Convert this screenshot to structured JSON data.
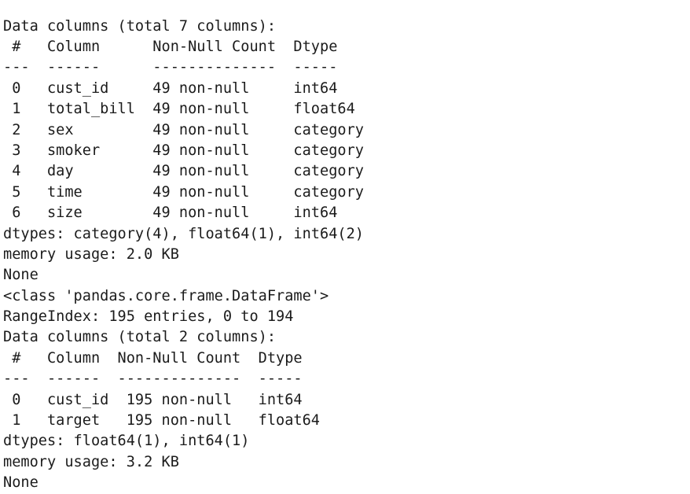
{
  "terminal": {
    "background_color": "#ffffff",
    "text_color": "#1b1b1b",
    "kind": "console-output",
    "source": "pandas DataFrame.info()"
  },
  "blocks": [
    {
      "name": "dataframe-info-block-1",
      "header_line": "Data columns (total 7 columns):",
      "column_headers_line": " #   Column      Non-Null Count  Dtype   ",
      "separator_line": "---  ------      --------------  -----   ",
      "columns": [
        {
          "index": "0",
          "name": "cust_id",
          "non_null": "49 non-null",
          "dtype": "int64"
        },
        {
          "index": "1",
          "name": "total_bill",
          "non_null": "49 non-null",
          "dtype": "float64"
        },
        {
          "index": "2",
          "name": "sex",
          "non_null": "49 non-null",
          "dtype": "category"
        },
        {
          "index": "3",
          "name": "smoker",
          "non_null": "49 non-null",
          "dtype": "category"
        },
        {
          "index": "4",
          "name": "day",
          "non_null": "49 non-null",
          "dtype": "category"
        },
        {
          "index": "5",
          "name": "time",
          "non_null": "49 non-null",
          "dtype": "category"
        },
        {
          "index": "6",
          "name": "size",
          "non_null": "49 non-null",
          "dtype": "int64"
        }
      ],
      "dtypes_line": "dtypes: category(4), float64(1), int64(2)",
      "memory_line": "memory usage: 2.0 KB",
      "return_value_line": "None"
    },
    {
      "name": "dataframe-info-block-2",
      "class_line": "<class 'pandas.core.frame.DataFrame'>",
      "index_line": "RangeIndex: 195 entries, 0 to 194",
      "header_line": "Data columns (total 2 columns):",
      "column_headers_line": " #   Column  Non-Null Count  Dtype  ",
      "separator_line": "---  ------  --------------  -----  ",
      "columns": [
        {
          "index": "0",
          "name": "cust_id",
          "non_null": "195 non-null",
          "dtype": "int64"
        },
        {
          "index": "1",
          "name": "target",
          "non_null": "195 non-null",
          "dtype": "float64"
        }
      ],
      "dtypes_line": "dtypes: float64(1), int64(1)",
      "memory_line": "memory usage: 3.2 KB",
      "return_value_line": "None"
    }
  ],
  "lines": [
    "Data columns (total 7 columns):",
    " #   Column      Non-Null Count  Dtype   ",
    "---  ------      --------------  -----   ",
    " 0   cust_id     49 non-null     int64   ",
    " 1   total_bill  49 non-null     float64 ",
    " 2   sex         49 non-null     category",
    " 3   smoker      49 non-null     category",
    " 4   day         49 non-null     category",
    " 5   time        49 non-null     category",
    " 6   size        49 non-null     int64   ",
    "dtypes: category(4), float64(1), int64(2)",
    "memory usage: 2.0 KB",
    "None",
    "<class 'pandas.core.frame.DataFrame'>",
    "RangeIndex: 195 entries, 0 to 194",
    "Data columns (total 2 columns):",
    " #   Column  Non-Null Count  Dtype  ",
    "---  ------  --------------  -----  ",
    " 0   cust_id  195 non-null   int64  ",
    " 1   target   195 non-null   float64",
    "dtypes: float64(1), int64(1)",
    "memory usage: 3.2 KB",
    "None"
  ]
}
